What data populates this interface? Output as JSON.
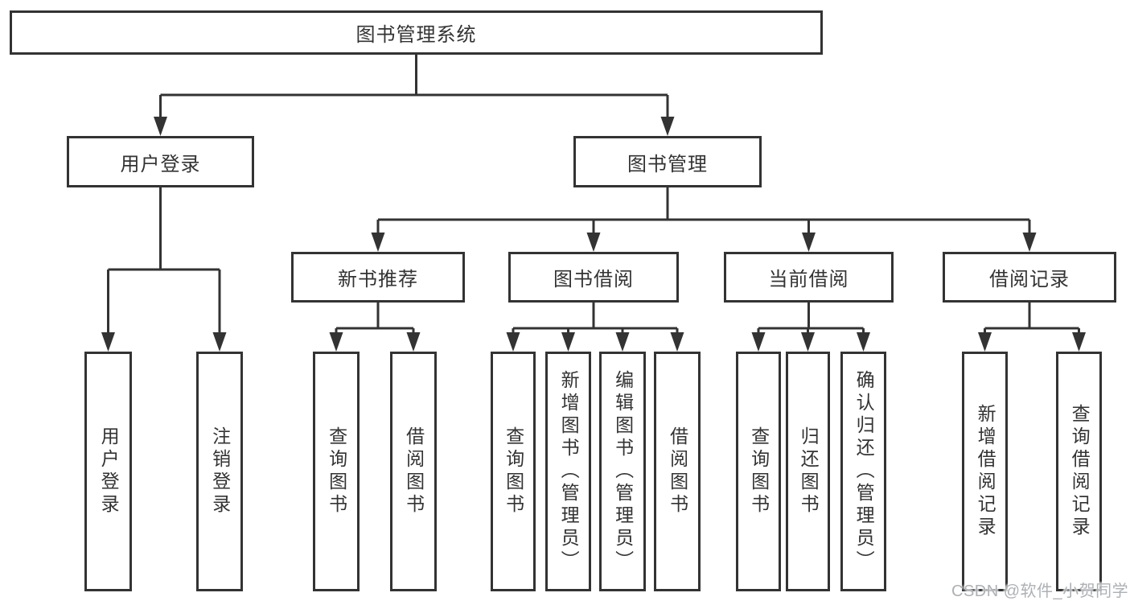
{
  "tree": {
    "label": "图书管理系统",
    "children": [
      {
        "label": "用户登录",
        "children": [
          {
            "label": "用户登录"
          },
          {
            "label": "注销登录"
          }
        ]
      },
      {
        "label": "图书管理",
        "children": [
          {
            "label": "新书推荐",
            "children": [
              {
                "label": "查询图书"
              },
              {
                "label": "借阅图书"
              }
            ]
          },
          {
            "label": "图书借阅",
            "children": [
              {
                "label": "查询图书"
              },
              {
                "label": "新增图书（管理员）"
              },
              {
                "label": "编辑图书（管理员）"
              },
              {
                "label": "借阅图书"
              }
            ]
          },
          {
            "label": "当前借阅",
            "children": [
              {
                "label": "查询图书"
              },
              {
                "label": "归还图书"
              },
              {
                "label": "确认归还（管理员）"
              }
            ]
          },
          {
            "label": "借阅记录",
            "children": [
              {
                "label": "新增借阅记录"
              },
              {
                "label": "查询借阅记录"
              }
            ]
          }
        ]
      }
    ]
  },
  "colors": {
    "line": "#333333",
    "text": "#333333",
    "background": "#ffffff",
    "watermark": "#adb1b5"
  },
  "watermark": "CSDN @软件_小贺同学"
}
